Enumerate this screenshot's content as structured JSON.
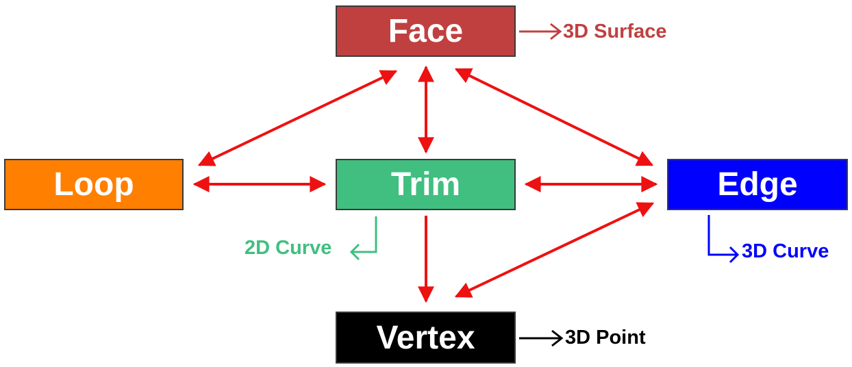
{
  "colors": {
    "arrow": "#ee1111",
    "face": "#c04040",
    "loop": "#ff7f00",
    "trim": "#40bf80",
    "edge": "#0000ff",
    "vertex": "#000000"
  },
  "nodes": {
    "face": {
      "label": "Face",
      "geometry": "3D Surface"
    },
    "loop": {
      "label": "Loop"
    },
    "trim": {
      "label": "Trim",
      "geometry": "2D Curve"
    },
    "edge": {
      "label": "Edge",
      "geometry": "3D Curve"
    },
    "vertex": {
      "label": "Vertex",
      "geometry": "3D Point"
    }
  },
  "relations": [
    {
      "from": "face",
      "to": "loop",
      "bidirectional": true
    },
    {
      "from": "face",
      "to": "trim",
      "bidirectional": true
    },
    {
      "from": "face",
      "to": "edge",
      "bidirectional": true
    },
    {
      "from": "loop",
      "to": "trim",
      "bidirectional": true
    },
    {
      "from": "trim",
      "to": "edge",
      "bidirectional": true
    },
    {
      "from": "trim",
      "to": "vertex",
      "bidirectional": false
    },
    {
      "from": "edge",
      "to": "vertex",
      "bidirectional": true
    }
  ]
}
